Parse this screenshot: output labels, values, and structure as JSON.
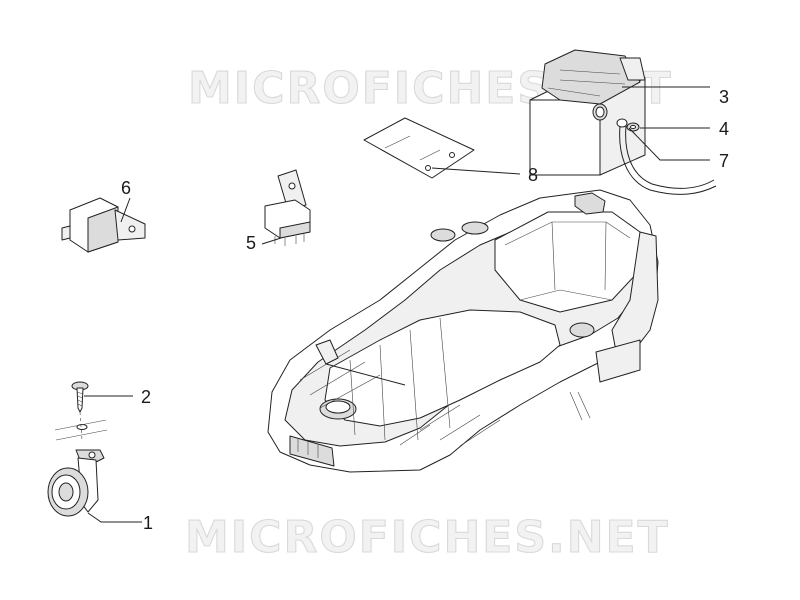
{
  "watermark": {
    "text": "MICROFICHES.NET"
  },
  "callouts": [
    {
      "id": "1",
      "label": "1",
      "part": "horn"
    },
    {
      "id": "2",
      "label": "2",
      "part": "screw"
    },
    {
      "id": "3",
      "label": "3",
      "part": "battery"
    },
    {
      "id": "4",
      "label": "4",
      "part": "nut"
    },
    {
      "id": "5",
      "label": "5",
      "part": "relay"
    },
    {
      "id": "6",
      "label": "6",
      "part": "relay"
    },
    {
      "id": "7",
      "label": "7",
      "part": "vent-tube"
    },
    {
      "id": "8",
      "label": "8",
      "part": "plate"
    }
  ]
}
